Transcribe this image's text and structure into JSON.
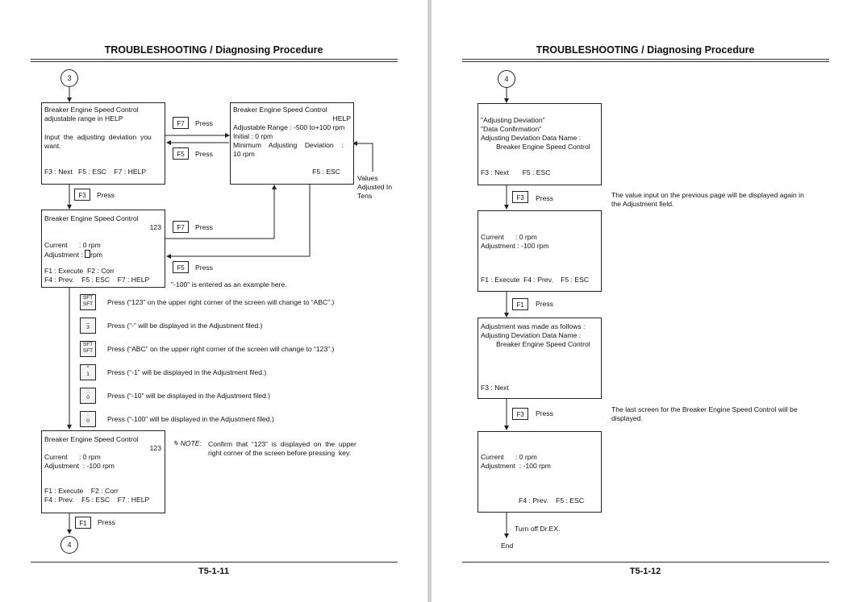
{
  "header_title": "TROUBLESHOOTING / Diagnosing Procedure",
  "left": {
    "page_number": "T5-1-11",
    "circle_start": "3",
    "circle_end": "4",
    "box1": {
      "line1": "Breaker Engine Speed Control",
      "line2": "adjustable range in HELP",
      "line3": "Input  the  adjusting  deviation  you",
      "line4": "want.",
      "footer": "F3 : Next   F5 : ESC    F7 : HELP"
    },
    "help_box": {
      "title": "Breaker Engine Speed Control",
      "tag": "HELP",
      "line1": "Adjustable Range : -500 to+100 rpm",
      "line2": "Initial : 0 rpm",
      "line3": "Minimum    Adjusting    Deviation    :",
      "line4": "10 rpm",
      "footer": "F5 : ESC"
    },
    "values_note": "Values\nAdjusted In\nTens",
    "f7_key": "F7",
    "f5_key": "F5",
    "f3_key": "F3",
    "f1_key": "F1",
    "press": "Press",
    "box2": {
      "title": "Breaker Engine Speed Control",
      "mode": "123",
      "current": "Current      : 0 rpm",
      "adjustment": "Adjustment : ",
      "adjustment_tail": "rpm",
      "footer1": "F1 : Execute  F2 : Corr",
      "footer2": "F4 : Prev.    F5 : ESC    F7 : HELP"
    },
    "example_note": "\"-100\" is entered as an example here.",
    "steps": [
      {
        "key_top": "SFT",
        "key_bottom": "SFT",
        "text": "Press (“123” on the upper right corner of the screen will change to “ABC”.)"
      },
      {
        "key_top": "_",
        "key_bottom": "3",
        "text": "Press (“-” will be displayed in the Adjustment filed.)"
      },
      {
        "key_top": "SFT",
        "key_bottom": "SFT",
        "text": "Press (“ABC” on the upper right corner of the screen will change to “123”.)"
      },
      {
        "key_top": "*",
        "key_bottom": "1",
        "text": "Press (“-1” will be displayed in the Adjustment filed.)"
      },
      {
        "key_top": ":",
        "key_bottom": "0",
        "text": "Press (“-10” will be displayed in the Adjustment filed.)"
      },
      {
        "key_top": ":",
        "key_bottom": "0",
        "text": "Press (“-100” will be displayed in the Adjustment filed.)"
      }
    ],
    "box3": {
      "title": "Breaker Engine Speed Control",
      "mode": "123",
      "current": "Current      : 0 rpm",
      "adjustment": "Adjustment  : -100 rpm",
      "footer1": "F1 : Execute    F2 : Corr",
      "footer2": "F4 : Prev.    F5 : ESC    F7 : HELP"
    },
    "note_label": "NOTE:",
    "note_text1": "Confirm  that  “123”  is  displayed  on  the  upper",
    "note_text2": "right corner of the screen before pressing  key."
  },
  "right": {
    "page_number": "T5-1-12",
    "circle_start": "4",
    "box1": {
      "line1": "\"Adjusting Deviation\"",
      "line2": "\"Data Confirmation\"",
      "line3": "Adjusting Deviation Data Name :",
      "line4": "        Breaker Engine Speed Control",
      "footer": "F3 : Next       F5 : ESC"
    },
    "f3_key": "F3",
    "f1_key": "F1",
    "press": "Press",
    "note1": "The value input on the previous page will be displayed again in\nthe Adjustment field.",
    "box2": {
      "current": "Current      : 0 rpm",
      "adjustment": "Adjustment : -100 rpm",
      "footer": "F1 : Execute  F4 : Prev.    F5 : ESC"
    },
    "box3": {
      "line1": "Adjustment was made as follows :",
      "line2": "Adjusting Deviation Data Name :",
      "line3": "        Breaker Engine Speed Control",
      "footer": "F3 : Next"
    },
    "note2": "The last screen for the Breaker Engine Speed Control will be\ndisplayed.",
    "box4": {
      "current": "Current      : 0 rpm",
      "adjustment": "Adjustment  : -100 rpm",
      "footer": "F4 : Prev.    F5 : ESC"
    },
    "turn_off": "Turn off Dr.EX.",
    "end": "End"
  }
}
